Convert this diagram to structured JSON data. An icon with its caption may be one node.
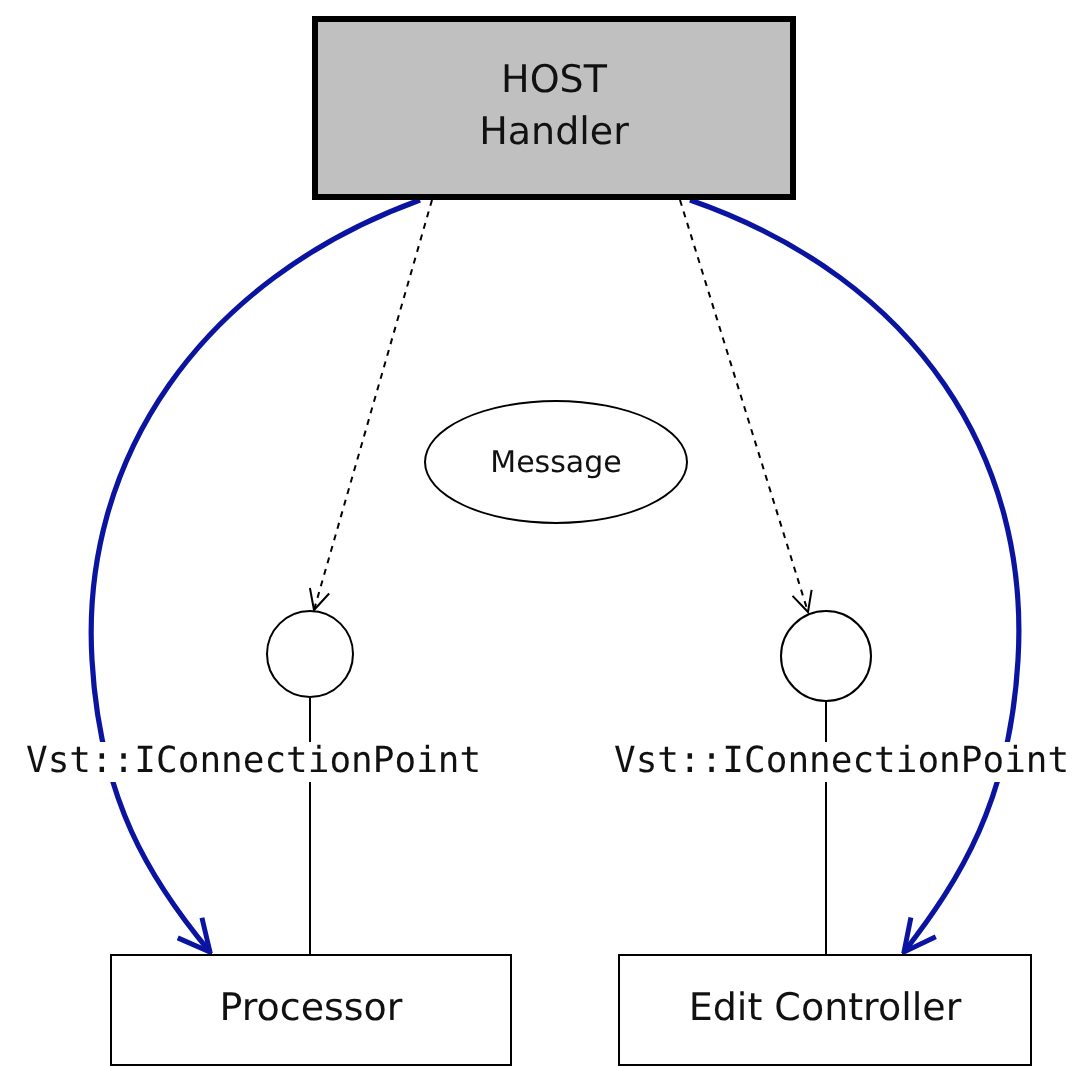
{
  "diagram": {
    "nodes": [
      {
        "text": [
          "HOST",
          "Handler"
        ]
      },
      {
        "text": [
          "Message"
        ]
      },
      {
        "text": [],
        "shape": "circle",
        "beside": [
          "Vst::IConnectionPoint"
        ]
      },
      {
        "text": [],
        "shape": "circle",
        "beside": [
          "Vst::IConnectionPoint"
        ]
      },
      {
        "text": [
          "Processor"
        ]
      },
      {
        "text": [
          "Edit Controller"
        ]
      }
    ],
    "edges": [
      {
        "from": 0,
        "to": 2,
        "arrow": "to",
        "style": "dashed"
      },
      {
        "from": 0,
        "to": 3,
        "arrow": "to",
        "style": "dashed"
      },
      {
        "from": 2,
        "to": 4,
        "arrow": "none"
      },
      {
        "from": 3,
        "to": 5,
        "arrow": "none"
      },
      {
        "from": 0,
        "to": 4,
        "arrow": "to",
        "style": "thick",
        "color": "#0a14a0"
      },
      {
        "from": 0,
        "to": 5,
        "arrow": "to",
        "style": "thick",
        "color": "#0a14a0"
      }
    ]
  }
}
